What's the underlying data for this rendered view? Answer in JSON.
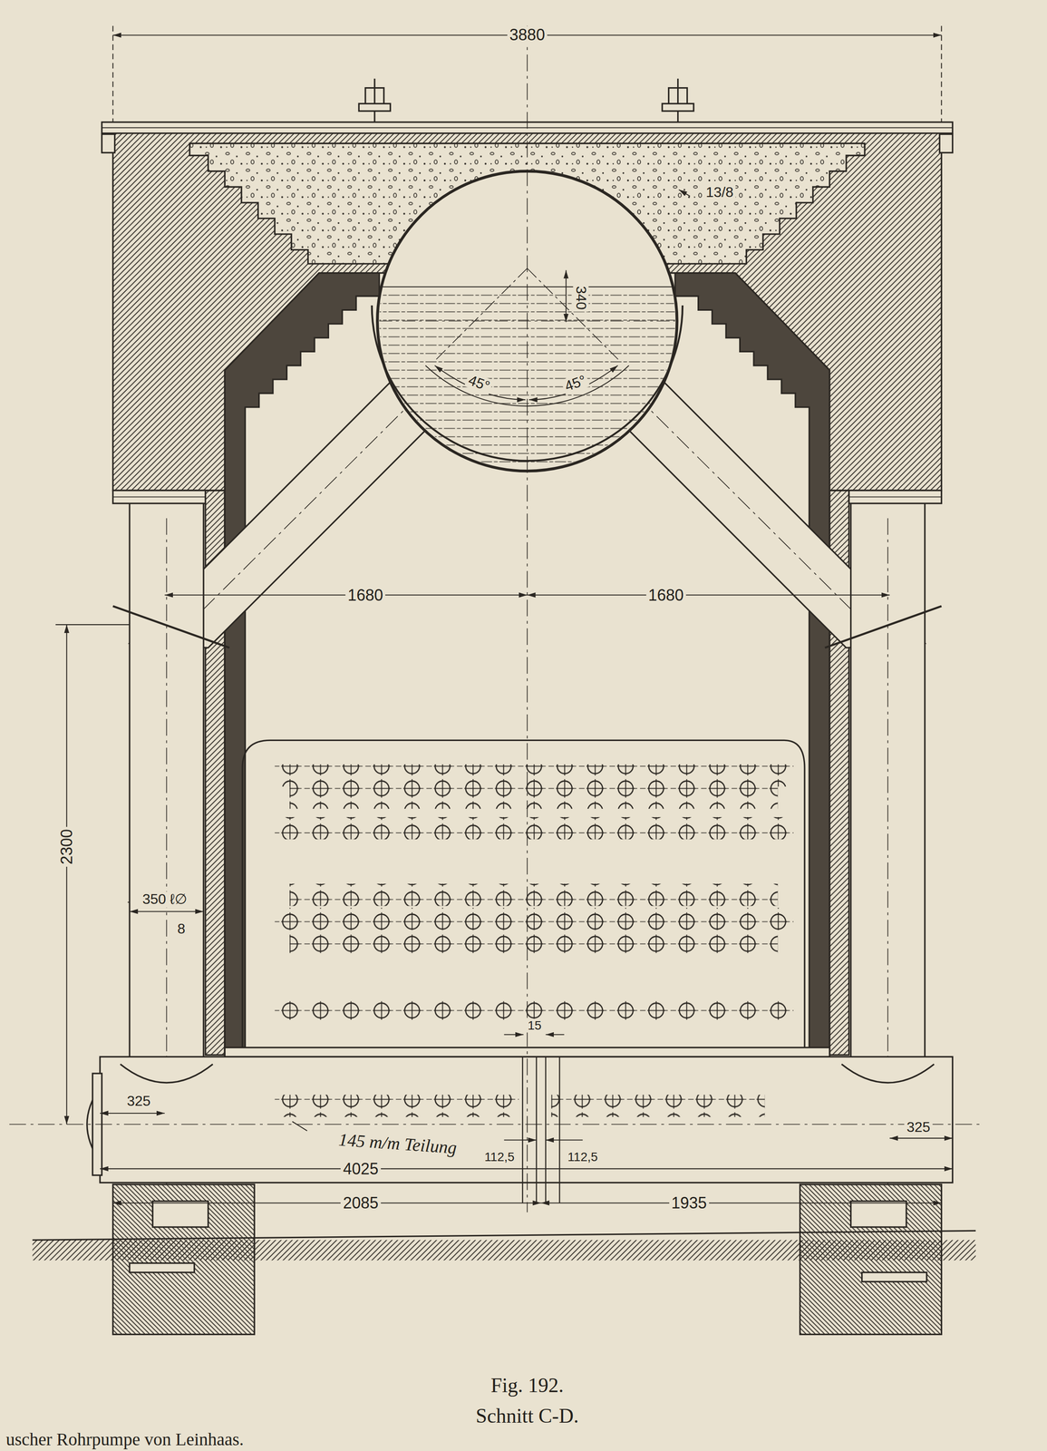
{
  "diagram": {
    "title": "Fig. 192.",
    "caption": "Schnitt C-D.",
    "labels": [
      "3880",
      "13/8",
      "340",
      "45°",
      "45°",
      "1680",
      "1680",
      "2300",
      "350 ℓ∅",
      "8",
      "15",
      "325",
      "145 m/m Teilung",
      "112,5",
      "112,5",
      "4025",
      "325",
      "2085",
      "1935",
      "uscher Rohrpumpe von Leinhaas."
    ]
  }
}
